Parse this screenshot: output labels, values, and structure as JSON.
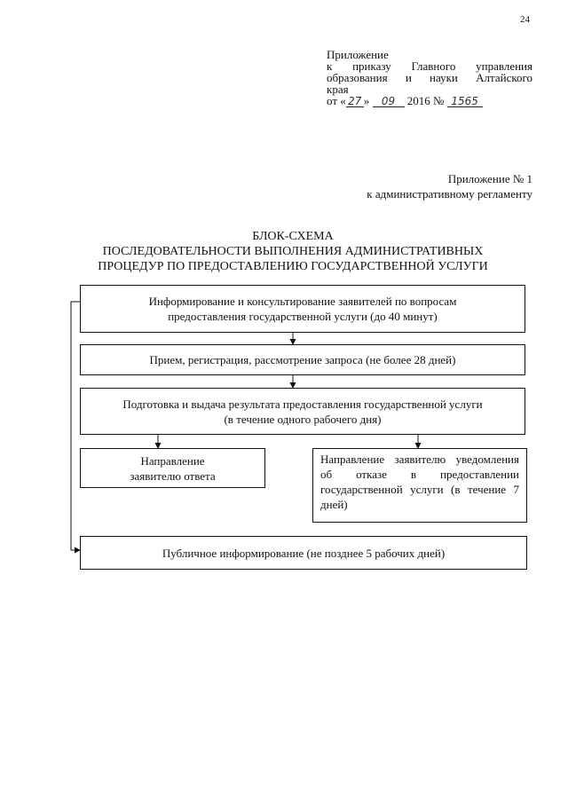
{
  "page_number": "24",
  "order_appendix": {
    "title": "Приложение",
    "line1": "к приказу Главного управления",
    "line2": "образования и науки Алтайского",
    "line3": "края",
    "date_prefix": "от «",
    "day": "27",
    "date_mid": "»",
    "month": "09",
    "year": "2016 №",
    "number": "1565"
  },
  "regulation_appendix": {
    "line1": "Приложение № 1",
    "line2": "к административному регламенту"
  },
  "schema_title": {
    "line1": "БЛОК-СХЕМА",
    "line2": "ПОСЛЕДОВАТЕЛЬНОСТИ ВЫПОЛНЕНИЯ АДМИНИСТРАТИВНЫХ",
    "line3": "ПРОЦЕДУР ПО ПРЕДОСТАВЛЕНИЮ ГОСУДАРСТВЕННОЙ УСЛУГИ"
  },
  "steps": {
    "inform": {
      "line1": "Информирование и консультирование заявителей по вопросам",
      "line2": "предоставления государственной услуги (до 40 минут)"
    },
    "reception": "Прием, регистрация, рассмотрение запроса (не более 28 дней)",
    "preparation": {
      "line1": "Подготовка и выдача результата предоставления государственной услуги",
      "line2": "(в течение одного рабочего дня)"
    },
    "answer": {
      "line1": "Направление",
      "line2": "заявителю ответа"
    },
    "refusal": "Направление заявителю уведомления об отказе в предоставлении государственной услуги (в течение 7 дней)",
    "public": "Публичное информирование (не позднее 5 рабочих дней)"
  },
  "colors": {
    "ink": "#111111",
    "paper": "#ffffff"
  }
}
